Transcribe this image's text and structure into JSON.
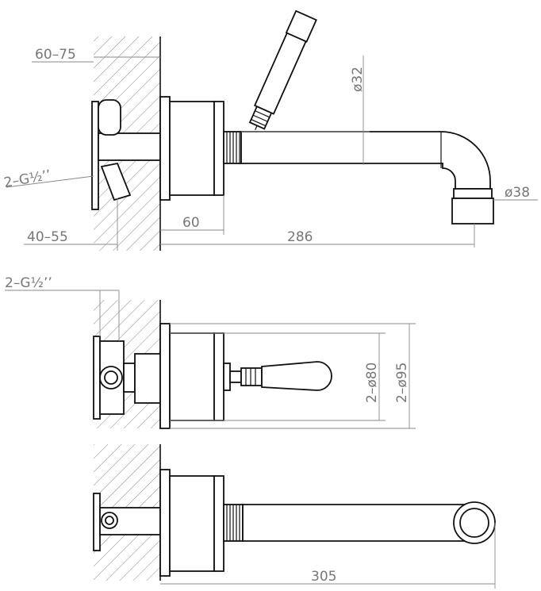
{
  "view_top": {
    "wall_depth_label": "60–75",
    "pipe_thread_label": "2–G½’’",
    "install_depth_label": "40–55",
    "spout_length_label": "286",
    "body_length_label": "60",
    "spout_diameter_label": "ø32",
    "outlet_diameter_label": "ø38"
  },
  "view_front": {
    "pipe_thread_label": "2–G½’’",
    "inner_plate_label": "2–ø80",
    "outer_plate_label": "2–ø95"
  },
  "view_bottom": {
    "spout_length_label": "305"
  }
}
